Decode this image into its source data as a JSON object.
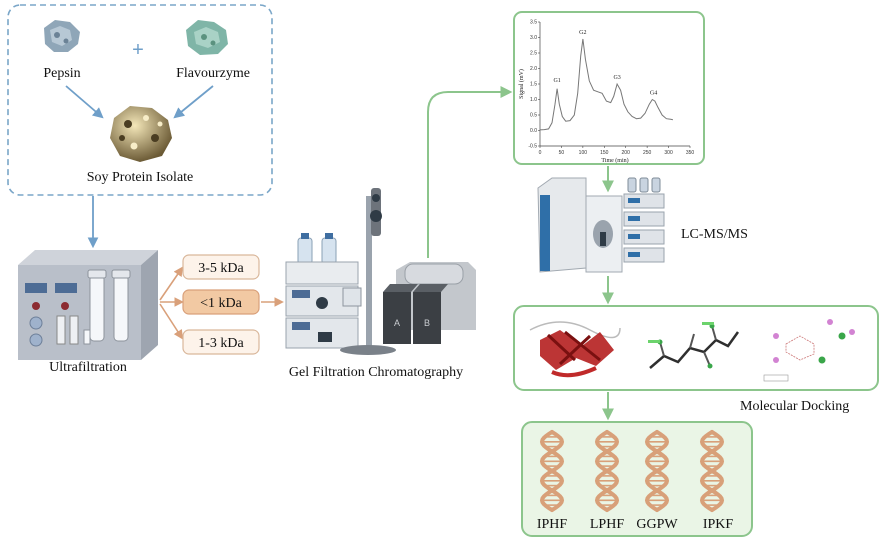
{
  "enzymes": {
    "enzyme1": "Pepsin",
    "plus": "+",
    "enzyme2": "Flavourzyme",
    "substrate": "Soy Protein Isolate"
  },
  "steps": {
    "ultrafiltration": "Ultrafiltration",
    "gel_filtration": "Gel Filtration Chromatography",
    "lcms": "LC-MS/MS",
    "docking": "Molecular Docking"
  },
  "fractions": [
    {
      "label": "3-5 kDa",
      "highlighted": false
    },
    {
      "label": "<1 kDa",
      "highlighted": true
    },
    {
      "label": "1-3 kDa",
      "highlighted": false
    }
  ],
  "column_labels": {
    "a": "A",
    "b": "B"
  },
  "peptides": [
    "IPHF",
    "LPHF",
    "GGPW",
    "IPKF"
  ],
  "chart_data": {
    "type": "line",
    "xlabel": "Time (min)",
    "ylabel": "Signal (mV)",
    "xlim": [
      0,
      350
    ],
    "ylim": [
      -0.5,
      3.5
    ],
    "xticks": [
      0,
      50,
      100,
      150,
      200,
      250,
      300,
      350
    ],
    "yticks": [
      -0.5,
      0.0,
      0.5,
      1.0,
      1.5,
      2.0,
      2.5,
      3.0,
      3.5
    ],
    "annotations": [
      {
        "text": "G1",
        "x": 40,
        "y": 1.4
      },
      {
        "text": "G2",
        "x": 100,
        "y": 2.95
      },
      {
        "text": "G3",
        "x": 180,
        "y": 1.5
      },
      {
        "text": "G4",
        "x": 265,
        "y": 1.0
      }
    ],
    "series": [
      {
        "x": [
          0,
          10,
          20,
          28,
          35,
          40,
          45,
          52,
          60,
          70,
          80,
          88,
          95,
          100,
          106,
          115,
          125,
          135,
          145,
          155,
          165,
          172,
          180,
          188,
          196,
          205,
          215,
          225,
          235,
          245,
          255,
          262,
          268,
          275,
          285,
          295,
          305,
          310
        ],
        "y": [
          0.02,
          0.03,
          0.05,
          0.25,
          0.85,
          1.35,
          0.85,
          0.45,
          0.3,
          0.32,
          0.5,
          1.2,
          2.4,
          2.95,
          2.3,
          1.6,
          1.3,
          1.25,
          1.2,
          0.95,
          0.9,
          1.1,
          1.5,
          1.3,
          0.85,
          0.6,
          0.45,
          0.38,
          0.4,
          0.55,
          0.85,
          1.0,
          0.95,
          0.75,
          0.5,
          0.38,
          0.36,
          0.35
        ]
      }
    ],
    "color": "#777777"
  },
  "colors": {
    "dashed_border": "#7aa6c8",
    "blue_arrow": "#6f9fc9",
    "green": "#8cc58c",
    "fraction_fill": "#fdf3ea",
    "fraction_border": "#d9b79b",
    "fraction_highlight": "#f2c9a3",
    "fraction_arrow": "#d9a07a",
    "dna": "#d8a079"
  }
}
